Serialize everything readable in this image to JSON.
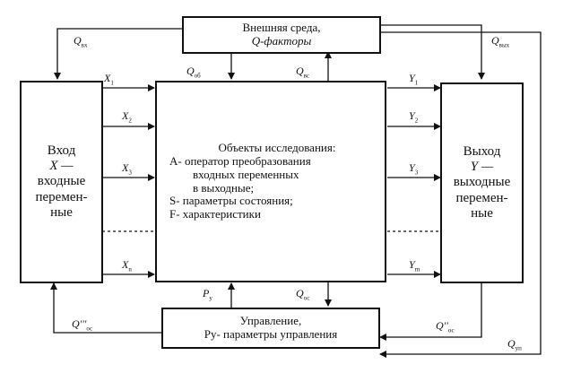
{
  "env": {
    "line1": "Внешняя среда,",
    "line2": "Q-факторы"
  },
  "input": {
    "l1": "Вход",
    "l2": "X —",
    "l3": "входные",
    "l4": "перемен-",
    "l5": "ные"
  },
  "center": {
    "l1": "Объекты исследования:",
    "l2": "A- оператор преобразования",
    "l3": "входных переменных",
    "l4": "в выходные;",
    "l5": "S- параметры состояния;",
    "l6": "F- характеристики"
  },
  "output": {
    "l1": "Выход",
    "l2": "Y —",
    "l3": "выходные",
    "l4": "перемен-",
    "l5": "ные"
  },
  "control": {
    "line1": "Управление,",
    "line2": "Py- параметры управления"
  },
  "labels": {
    "q_in": "Q",
    "q_in_sub": "вх",
    "q_out": "Q",
    "q_out_sub": "вых",
    "q_ob": "Q",
    "q_ob_sub": "об",
    "q_vs": "Q",
    "q_vs_sub": "вс",
    "q_os": "Q",
    "q_os_sub": "ос",
    "q_os3": "Q'''",
    "q_os3_sub": "ос",
    "q_os2": "Q''",
    "q_os2_sub": "ос",
    "q_up": "Q",
    "q_up_sub": "уп",
    "py": "P",
    "py_sub": "y",
    "x1": "X",
    "x1_sub": "1",
    "x2": "X",
    "x2_sub": "2",
    "x3": "X",
    "x3_sub": "3",
    "xn": "X",
    "xn_sub": "n",
    "y1": "Y",
    "y1_sub": "1",
    "y2": "Y",
    "y2_sub": "2",
    "y3": "Y",
    "y3_sub": "3",
    "ym": "Y",
    "ym_sub": "m"
  }
}
